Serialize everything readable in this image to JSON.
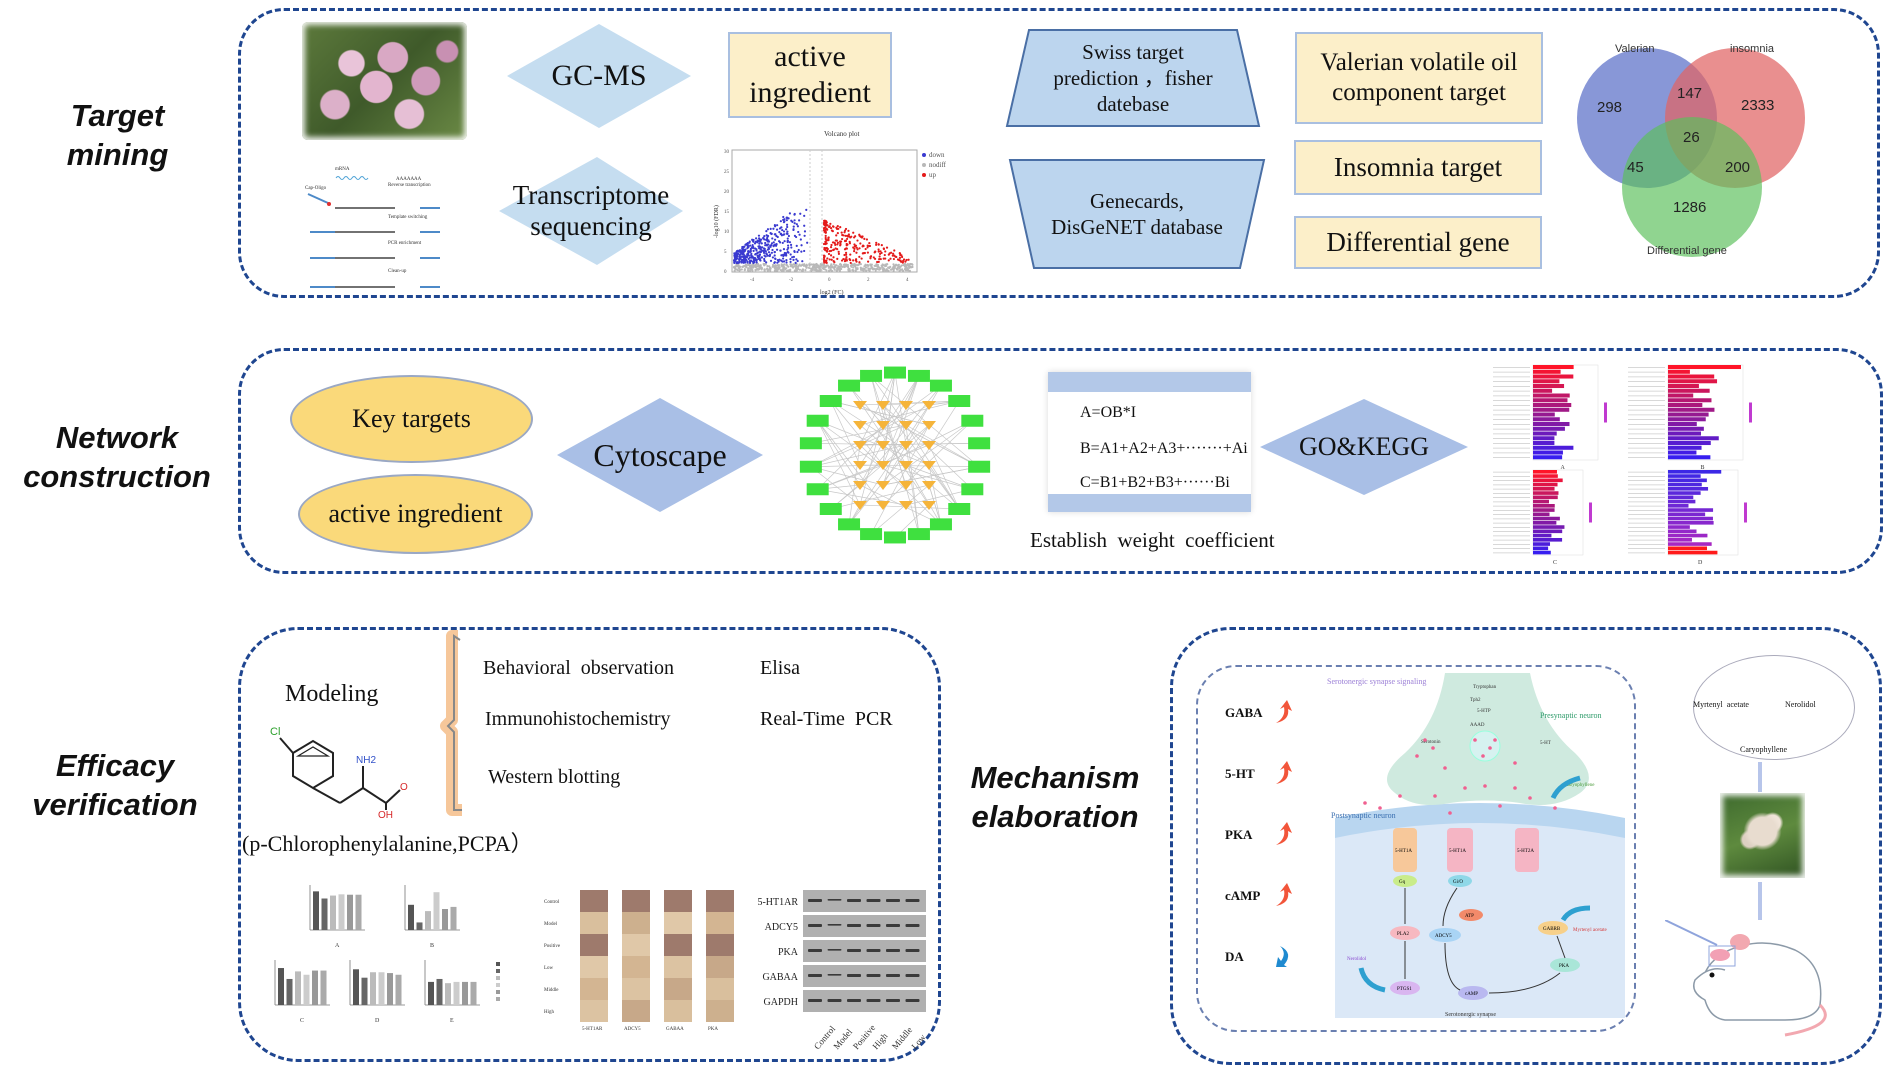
{
  "sections": {
    "target_mining": "Target\nmining",
    "network_construction": "Network\nconstruction",
    "efficacy_verification": "Efficacy\nverification",
    "mechanism_elaboration": "Mechanism\nelaboration"
  },
  "target_mining": {
    "gcms": "GC-MS",
    "transcriptome": "Transcriptome\nsequencing",
    "active_ingredient": "active\ningredient",
    "swiss": "Swiss target\nprediction ，fisher\ndatebase",
    "genecards": "Genecards,\nDisGeNET database",
    "valerian_target": "Valerian volatile oil\ncomponent target",
    "insomnia_target": "Insomnia target",
    "differential_gene": "Differential gene",
    "workflow_steps": [
      "mRNA",
      "AAAAAAA",
      "Cap-Oligo",
      "Reverse transcription",
      "Template switching",
      "PCR enrichment",
      "Clean-up"
    ],
    "volcano": {
      "title": "Volcano plot",
      "xlabel": "log2 (FC)",
      "ylabel": "-log10 (FDR)",
      "legend": [
        {
          "label": "down",
          "color": "#3a3ad0"
        },
        {
          "label": "nodiff",
          "color": "#b8b8b8"
        },
        {
          "label": "up",
          "color": "#e41a1a"
        }
      ],
      "xticks": [
        "-4",
        "-2",
        "0",
        "2",
        "4"
      ],
      "yticks": [
        "0",
        "5",
        "10",
        "15",
        "20",
        "25",
        "30"
      ]
    }
  },
  "chart_data": {
    "type": "venn",
    "title": "",
    "sets": [
      {
        "name": "Valerian",
        "color": "#5a6fc8"
      },
      {
        "name": "insomnia",
        "color": "#e06464"
      },
      {
        "name": "Differential gene",
        "color": "#5cc05c"
      }
    ],
    "regions": [
      {
        "sets": [
          "Valerian"
        ],
        "value": 298
      },
      {
        "sets": [
          "insomnia"
        ],
        "value": 2333
      },
      {
        "sets": [
          "Differential gene"
        ],
        "value": 1286
      },
      {
        "sets": [
          "Valerian",
          "insomnia"
        ],
        "value": 147
      },
      {
        "sets": [
          "Valerian",
          "Differential gene"
        ],
        "value": 45
      },
      {
        "sets": [
          "insomnia",
          "Differential gene"
        ],
        "value": 200
      },
      {
        "sets": [
          "Valerian",
          "insomnia",
          "Differential gene"
        ],
        "value": 26
      }
    ]
  },
  "network": {
    "key_targets": "Key targets",
    "active_ingredient": "active ingredient",
    "cytoscape": "Cytoscape",
    "formula_a": "A=OB*I",
    "formula_b": "B=A1+A2+A3+·······+Ai",
    "formula_c": "C=B1+B2+B3+······Bi",
    "weight_caption": "Establish  weight  coefficient",
    "gokegg": "GO&KEGG",
    "panel_labels": [
      "A",
      "B",
      "C",
      "D"
    ]
  },
  "efficacy": {
    "modeling": "Modeling",
    "compound": "(p-Chlorophenylalanine,PCPA）",
    "nh2": "NH2",
    "oh": "OH",
    "cl": "Cl",
    "o": "O",
    "methods": [
      "Behavioral  observation",
      "Elisa",
      "Immunohistochemistry",
      "Real-Time  PCR",
      "Western blotting"
    ],
    "bar_panels": [
      "A",
      "B",
      "C",
      "D",
      "E"
    ],
    "bar_titles": [
      "GABA",
      "5-HT",
      "DA"
    ],
    "groups": [
      "Control",
      "Model",
      "Positive",
      "Low",
      "Middle",
      "High"
    ],
    "ihc_rows": [
      "Control",
      "Model",
      "Positive",
      "Low",
      "Middle",
      "High"
    ],
    "ihc_cols": [
      "5-HT1AR",
      "ADCY5",
      "GABAA",
      "PKA"
    ],
    "wb_rows": [
      "5-HT1AR",
      "ADCY5",
      "PKA",
      "GABAA",
      "GAPDH"
    ],
    "wb_cols": [
      "Control",
      "Model",
      "Positive",
      "High",
      "Middle",
      "Low"
    ]
  },
  "mechanism": {
    "markers": [
      {
        "label": "GABA",
        "direction": "up"
      },
      {
        "label": "5-HT",
        "direction": "up"
      },
      {
        "label": "PKA",
        "direction": "up"
      },
      {
        "label": "cAMP",
        "direction": "up"
      },
      {
        "label": "DA",
        "direction": "down"
      }
    ],
    "pathway_title": "Serotonergic synapse\nsignaling",
    "presynaptic": "Presynaptic neuron",
    "postsynaptic": "Postsynaptic neuron",
    "synapse_caption": "Serotonergic synapse",
    "pre_steps": [
      "Tryptophan",
      "Tph2",
      "5-HTP",
      "AAAD",
      "Serotonin",
      "5-HT"
    ],
    "nodes": [
      "5-HT1A",
      "5-HT1A",
      "5-HT2A",
      "Gq",
      "Gi/O",
      "PLA2",
      "ADCY5",
      "ATP",
      "cAMP",
      "PKA",
      "GABRB",
      "PTGS1"
    ],
    "compounds": [
      "Caryophyllene",
      "Myrtenyl acetate",
      "Nerolidol"
    ],
    "compound_panel": [
      "Myrtenyl  acetate",
      "Nerolidol",
      "Caryophyllene"
    ]
  }
}
